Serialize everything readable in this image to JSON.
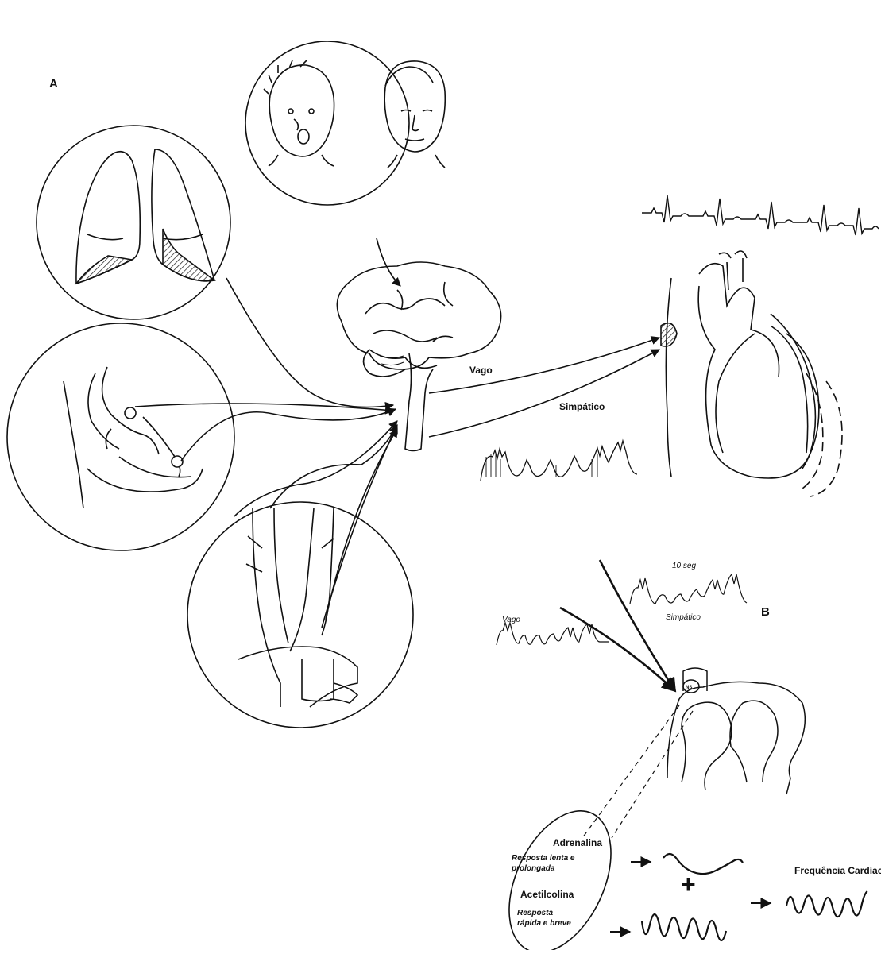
{
  "panels": {
    "a": "A",
    "b": "B"
  },
  "labels": {
    "vago": "Vago",
    "simpatico": "Simpático",
    "vago_small": "Vago",
    "simpatico_small": "Simpático",
    "ten_seg": "10 seg",
    "nucleus": "NS",
    "adrenalina": "Adrenalina",
    "adrenalina_desc_1": "Resposta lenta e",
    "adrenalina_desc_2": "prolongada",
    "acetilcolina": "Acetilcolina",
    "acetilcolina_desc_1": "Resposta",
    "acetilcolina_desc_2": "rápida e breve",
    "plus": "+",
    "frequencia": "Frequência Cardíaca"
  },
  "colors": {
    "ink": "#111111",
    "paper": "#ffffff",
    "hatch": "#444444"
  }
}
